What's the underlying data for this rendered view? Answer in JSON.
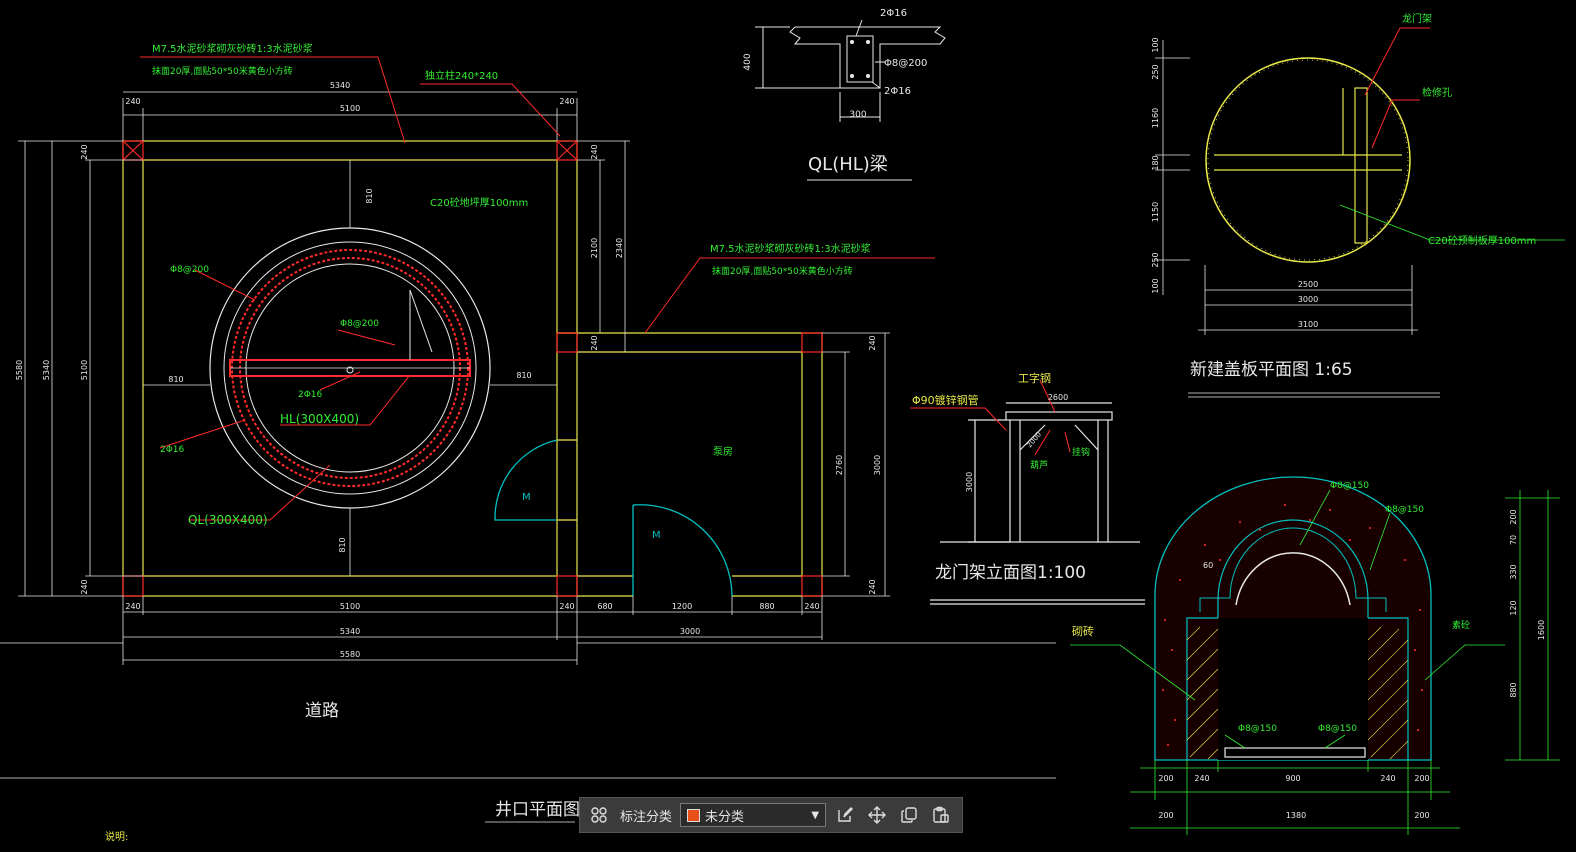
{
  "drawing": {
    "colors": {
      "yellow": "#e8e84a",
      "white": "#e8e8e8",
      "red": "#ff2a2a",
      "green": "#33ee33",
      "cyan": "#00c0c0",
      "bg": "#000000"
    },
    "plan": {
      "title": "井口平面图",
      "road": "道路",
      "note": "说明:",
      "callout1_line1": "M7.5水泥砂浆砌灰砂砖1:3水泥砂浆",
      "callout1_line2": "抹面20厚,面贴50*50米黄色小方砖",
      "callout2_line1": "M7.5水泥砂浆砌灰砂砖1:3水泥砂浆",
      "callout2_line2": "抹面20厚,面贴50*50米黄色小方砖",
      "column_label": "独立柱240*240",
      "floor_label": "C20砼地坪厚100mm",
      "pump_room": "泵房",
      "rebar1": "Φ8@200",
      "rebar2": "Φ8@200",
      "rebar3": "2Φ16",
      "rebar4": "2Φ16",
      "hl": "HL(300X400)",
      "ql": "QL(300X400)",
      "door_m": "M",
      "door_m2": "M",
      "dims": {
        "d5340_top": "5340",
        "d240_a": "240",
        "d240_b": "240",
        "d5100_top": "5100",
        "d5580_left": "5580",
        "d5340_left": "5340",
        "d5100_left": "5100",
        "d240_l1": "240",
        "d240_l2": "240",
        "d810_top": "810",
        "d810_left": "810",
        "d810_right": "810",
        "d810_bottom": "810",
        "d2100": "2100",
        "d2340": "2340",
        "d240_r1": "240",
        "d240_r2": "240",
        "d240_r3": "240",
        "d2760": "2760",
        "d3000_right": "3000",
        "d240_r4": "240",
        "b240a": "240",
        "b5100": "5100",
        "b240b": "240",
        "b680": "680",
        "b1200": "1200",
        "b880": "880",
        "b240c": "240",
        "b5340": "5340",
        "b3000": "3000",
        "b5580": "5580"
      }
    },
    "beam": {
      "title": "QL(HL)梁",
      "top_bar": "2Φ16",
      "stirrup": "Φ8@200",
      "bottom_bar": "2Φ16",
      "height": "400",
      "width": "300"
    },
    "cover": {
      "title": "新建盖板平面图 1:65",
      "label1": "龙门架",
      "label2": "检修孔",
      "label3": "C20砼预制板厚100mm",
      "dims": {
        "v100a": "100",
        "v250a": "250",
        "v1160": "1160",
        "v180": "180",
        "v1150": "1150",
        "v250b": "250",
        "v100b": "100",
        "h2500": "2500",
        "h3000": "3000",
        "h3100": "3100"
      }
    },
    "gantry": {
      "title": "龙门架立面图1:100",
      "pipe": "Φ90镀锌钢管",
      "steel": "工字钢",
      "width": "2600",
      "height": "3000",
      "hoist": "葫芦",
      "rope": "挂钩",
      "chain": "2000"
    },
    "arch": {
      "label_brick": "砌砖",
      "label_concrete": "素砼",
      "rebar_top": "Φ8@150",
      "rebar_top2": "Φ8@150",
      "rebar_bl": "Φ8@150",
      "rebar_br": "Φ8@150",
      "d60": "60",
      "dims": {
        "v200": "200",
        "v330": "330",
        "v120": "120",
        "v880": "880",
        "v1600": "1600",
        "v70": "70",
        "b200a": "200",
        "b240a": "240",
        "b900": "900",
        "b240b": "240",
        "b200b": "200",
        "c200a": "200",
        "c1380": "1380",
        "c200b": "200"
      }
    }
  },
  "toolbar": {
    "label": "标注分类",
    "selected": "未分类",
    "icons": [
      "grid-icon",
      "edit-icon",
      "move-icon",
      "copy-icon",
      "paste-icon"
    ]
  }
}
